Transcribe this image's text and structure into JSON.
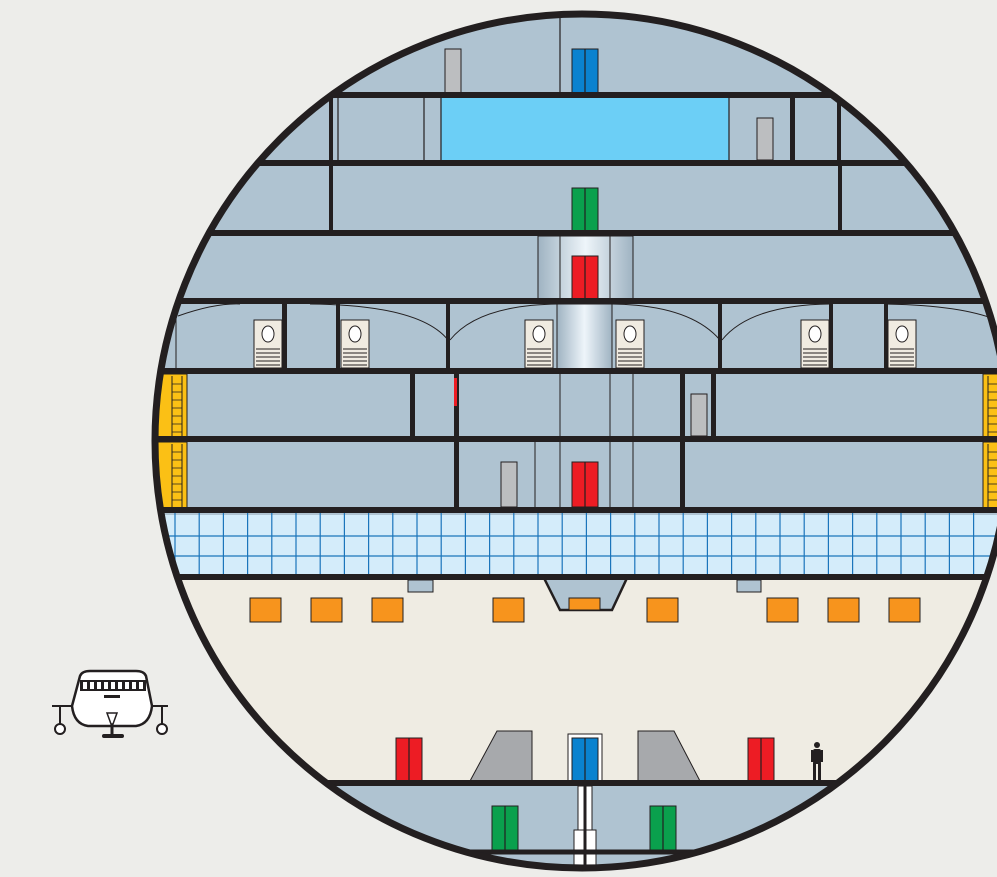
{
  "diagram": {
    "kind": "ship cross-section",
    "colors": {
      "background": "#ededea",
      "hull_outline": "#231f20",
      "cabin_fill": "#afc3d1",
      "lower_hull_fill": "#efece3",
      "pool_water": "#6ccff6",
      "glass_tile": "#d4ecfa",
      "glass_grid": "#1b75bb",
      "door_blue": "#0a82cf",
      "door_green": "#0aa04d",
      "door_red": "#ed1c24",
      "lifeboat_yellow": "#fbc015",
      "cargo_orange": "#f7941d",
      "grey_block": "#bcbec0"
    },
    "elements": [
      {
        "name": "pool",
        "label": ""
      },
      {
        "name": "elevator-doors",
        "label": ""
      },
      {
        "name": "cabins",
        "label": ""
      },
      {
        "name": "lifeboats",
        "label": ""
      },
      {
        "name": "glass-deck",
        "label": ""
      },
      {
        "name": "cargo-hold",
        "label": ""
      },
      {
        "name": "tender-boat",
        "label": ""
      },
      {
        "name": "person-figure",
        "label": ""
      }
    ]
  }
}
